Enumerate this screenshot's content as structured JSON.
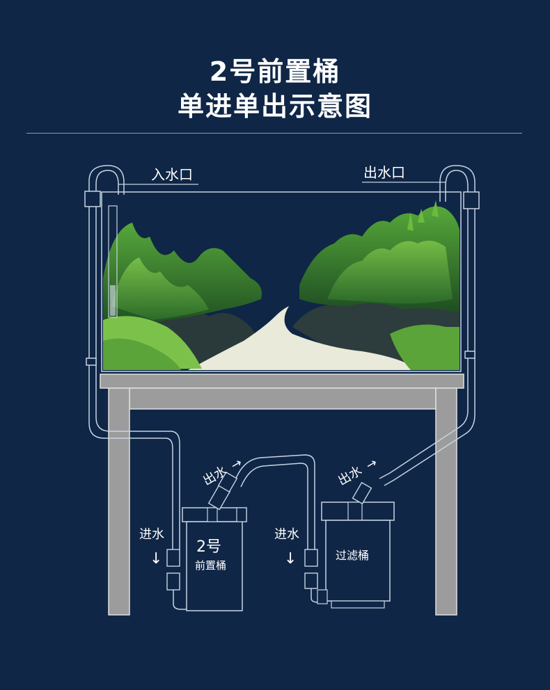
{
  "title": {
    "line1": "2号前置桶",
    "line2": "单进单出示意图"
  },
  "labels": {
    "inlet": "入水口",
    "outlet": "出水口",
    "pre_in": "进水",
    "pre_out": "出水",
    "pre_name_num": "2号",
    "pre_name": "前置桶",
    "filter_in": "进水",
    "filter_out": "出水",
    "filter_name": "过滤桶"
  },
  "colors": {
    "background": "#0f2646",
    "stand": "#9c9c9c",
    "pipe": "#c8d4e4",
    "plant_dark": "#2f6e2c",
    "plant_light": "#6dbb3c",
    "sand": "#e9ead9"
  }
}
